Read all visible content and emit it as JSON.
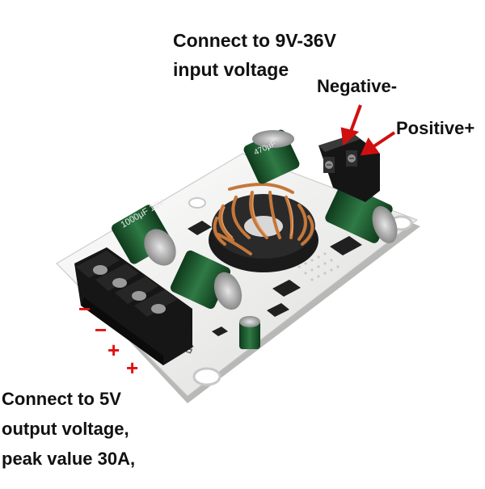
{
  "labels": {
    "input_line1": "Connect to 9V-36V",
    "input_line2": "input voltage",
    "negative": "Negative-",
    "positive": "Positive+",
    "output_line1": "Connect to 5V",
    "output_line2": "output voltage,",
    "output_line3": "peak value 30A,"
  },
  "terminal_signs": [
    "−",
    "−",
    "+",
    "+"
  ],
  "board_markings": {
    "silkscreen": "5V",
    "cap_left": "1000μF 16V",
    "cap_top": "470μF"
  },
  "colors": {
    "pcb": "#f2f2f0",
    "terminal": "#1c1c1c",
    "capacitor": "#1f5a2e",
    "coil_copper": "#c5773a",
    "arrow": "#d01010",
    "sign": "#e01010"
  }
}
